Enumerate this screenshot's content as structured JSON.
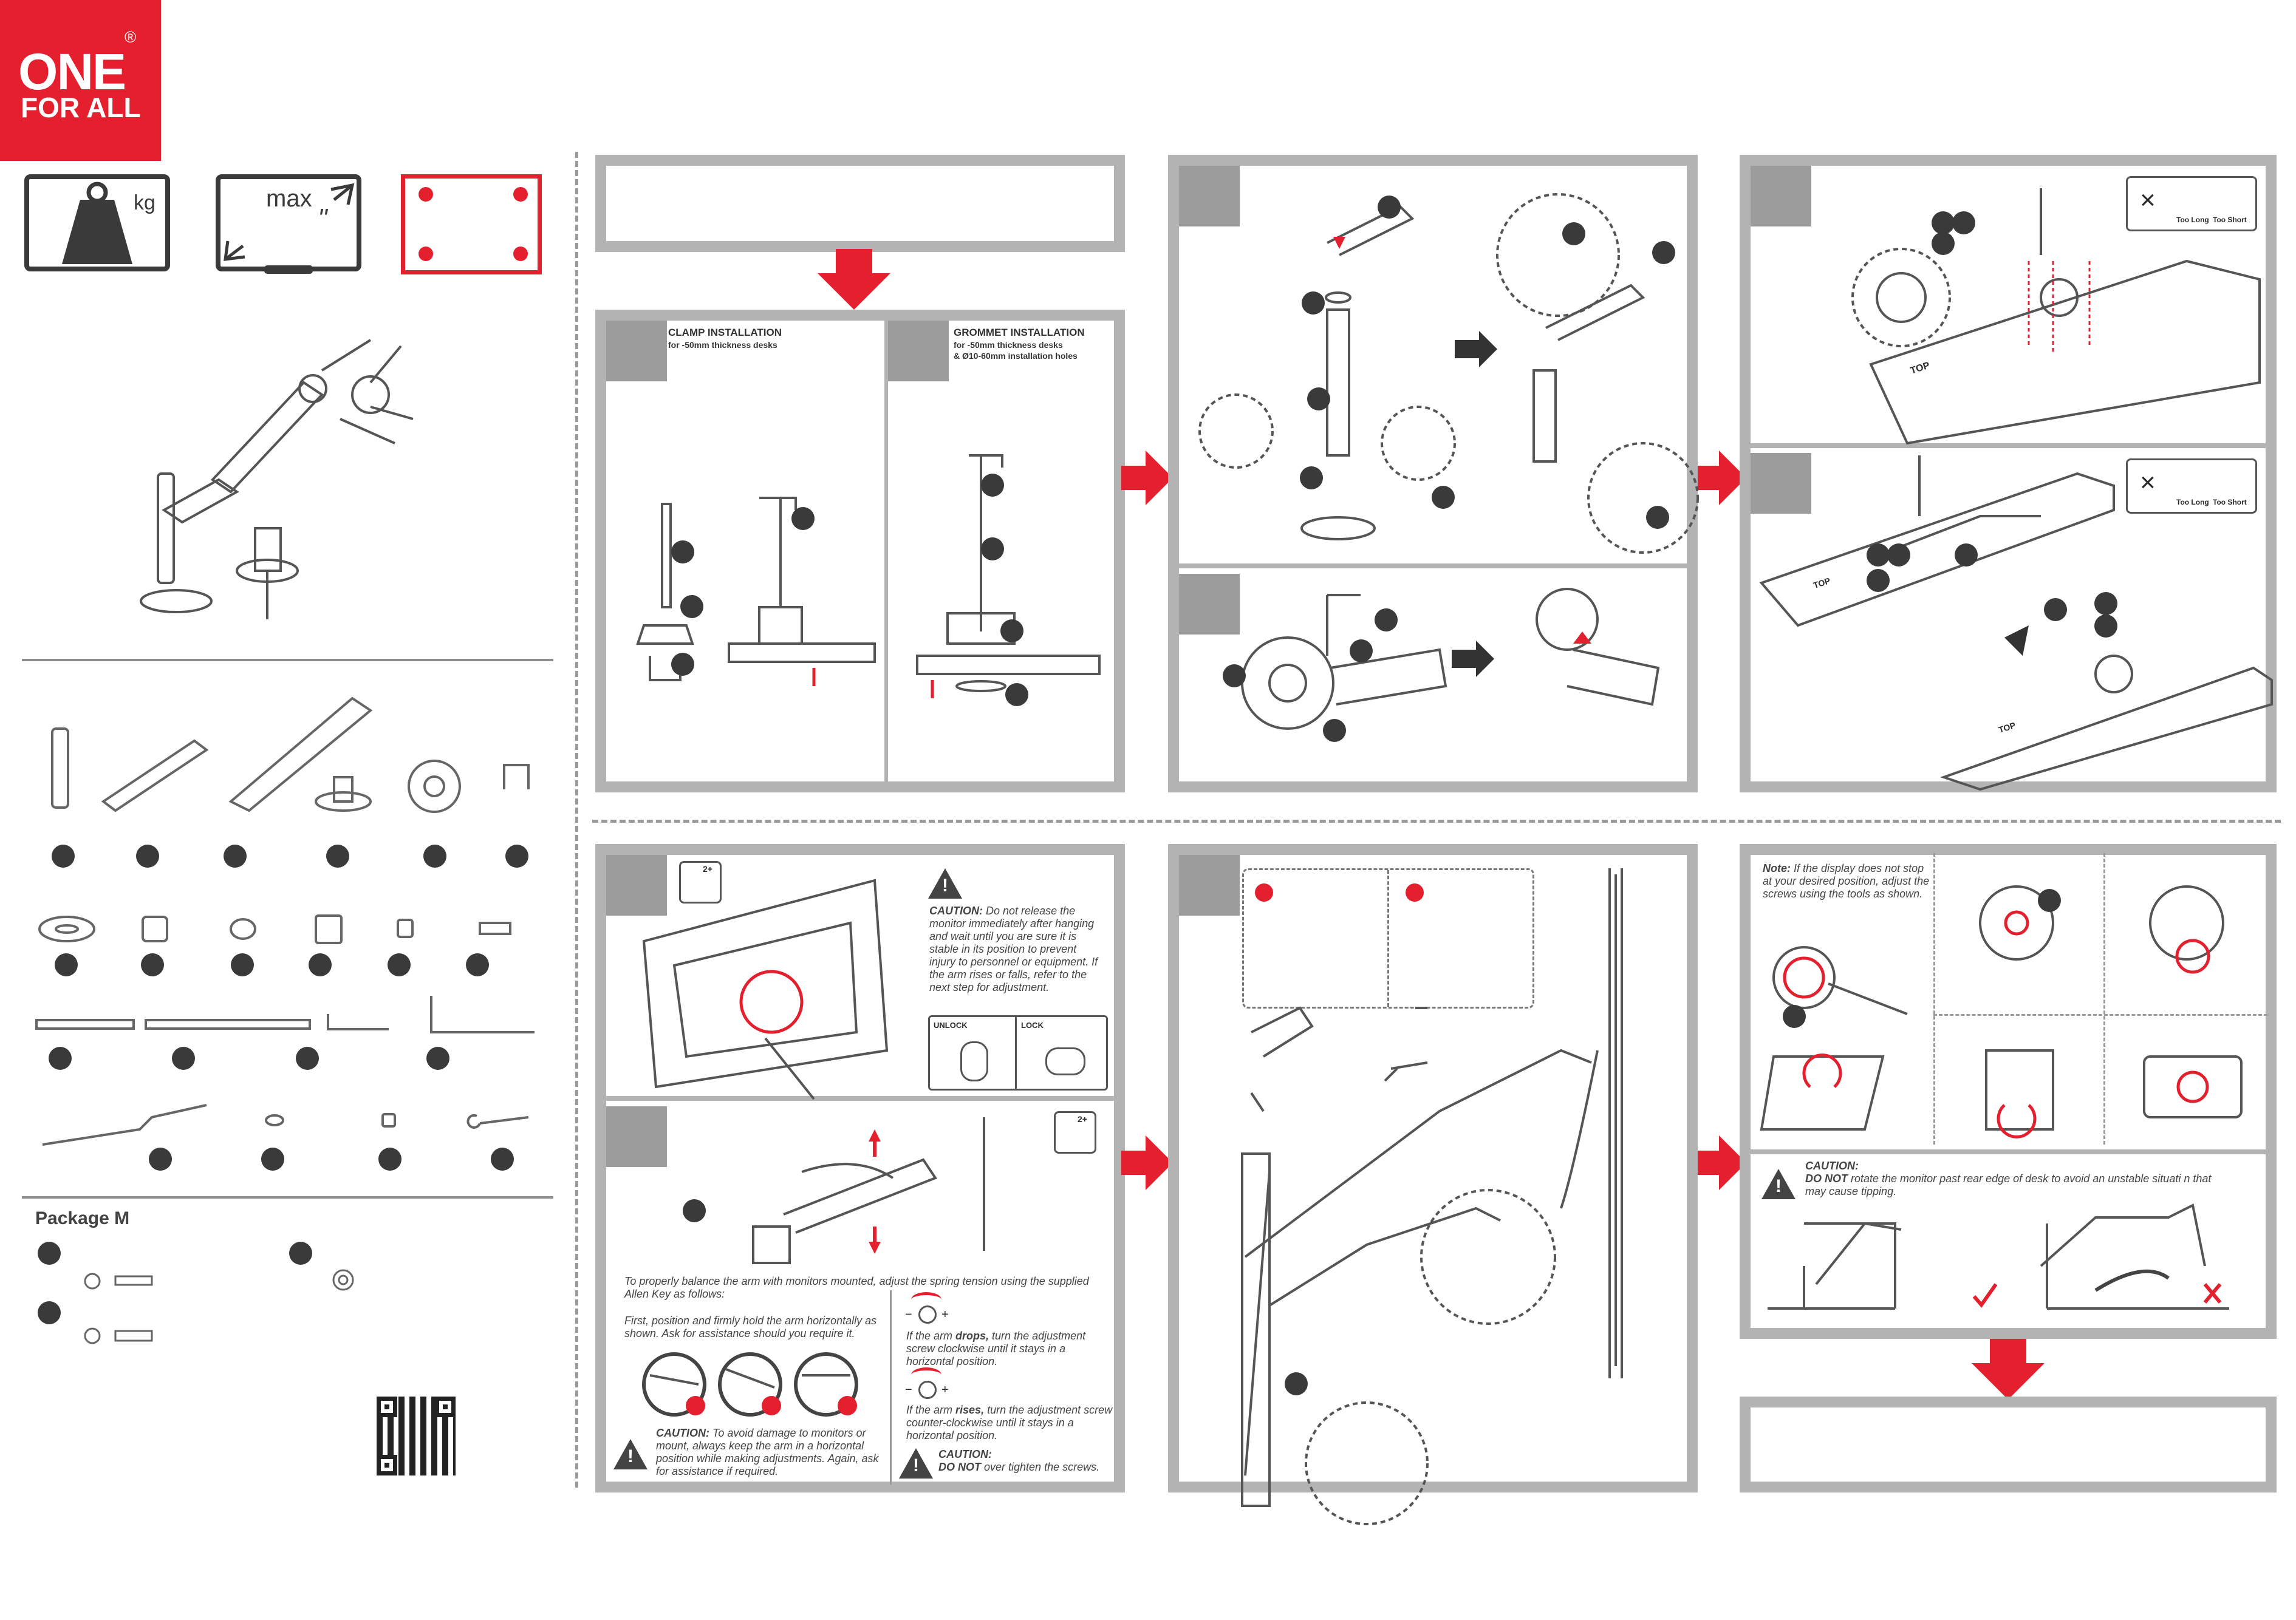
{
  "brand": {
    "line1": "ONE",
    "line2": "FOR ALL",
    "registered": "®",
    "color": "#e4202f"
  },
  "spec_icons": {
    "weight_unit": "kg",
    "size_label": "max",
    "size_unit": "\""
  },
  "package": {
    "title": "Package M"
  },
  "clamp": {
    "title": "CLAMP INSTALLATION",
    "subtitle": "for   -50mm thickness desks"
  },
  "grommet": {
    "title": "GROMMET INSTALLATION",
    "subtitle1": "for    -50mm thickness desks",
    "subtitle2": "& Ø10-60mm installation holes"
  },
  "vesa_check": {
    "too_long": "Too Long",
    "too_short": "Too Short",
    "top1": "TOP",
    "top2": "TOP"
  },
  "mount_monitor": {
    "people": "2+",
    "caution_title": "CAUTION:",
    "caution_text": "Do not release the monitor immediately after hanging and wait until you are sure it is stable in its position to prevent injury to personnel or equipment. If the arm rises or falls, refer to the next step for adjustment.",
    "unlock": "UNLOCK",
    "lock": "LOCK"
  },
  "balance": {
    "people": "2+",
    "intro": "To properly balance the arm with monitors mounted, adjust the spring tension using the supplied Allen Key as follows:",
    "first": "First, position and firmly hold the arm horizontally as shown. Ask for assistance should you require it.",
    "caution1_title": "CAUTION:",
    "caution1_text": "To avoid damage to monitors or mount, always keep the arm in a horizontal position while making adjustments. Again, ask for assistance if required.",
    "drops_pre": "If the arm ",
    "drops_bold": "drops,",
    "drops_post": " turn the adjustment screw clockwise until it stays in a horizontal position.",
    "rises_pre": "If the arm ",
    "rises_bold": "rises,",
    "rises_post": " turn the adjustment screw counter-clockwise until it stays in a horizontal position.",
    "caution2_title": "CAUTION:",
    "caution2_bold": "DO NOT",
    "caution2_text": " over tighten the screws.",
    "minus": "−",
    "plus": "+"
  },
  "tilt": {
    "note_bold": "Note:",
    "note_text": " If the display does not stop at your desired position, adjust the screws using the tools as shown.",
    "caution_title": "CAUTION:",
    "caution_bold": "DO NOT",
    "caution_text": " rotate the monitor past rear edge of desk to avoid an unstable situati  n that may cause tipping."
  }
}
